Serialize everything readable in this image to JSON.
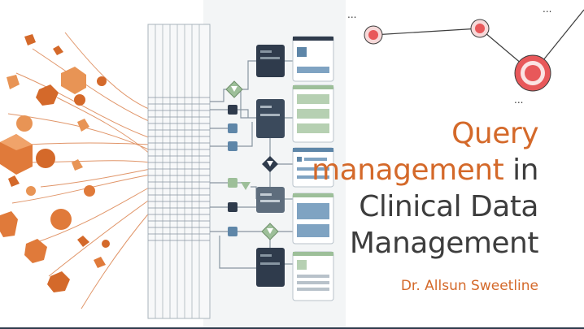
{
  "title": {
    "line1": "Query",
    "line2_accent": "management",
    "line2_rest": " in",
    "line3": "Clinical Data",
    "line4": "Management"
  },
  "author": "Dr. Allsun Sweetline",
  "network": {
    "ellipsis_top_left": "...",
    "ellipsis_top_right": "...",
    "ellipsis_bottom": "..."
  },
  "colors": {
    "accent": "#d4692a",
    "title_dark": "#3d3d3d",
    "node_dark": "#2f3b4c",
    "node_blue": "#5e86a8",
    "node_green": "#9dbf99"
  },
  "icons": [
    "filter-icon",
    "document-card-icon",
    "cube-icon",
    "sphere-icon",
    "target-node-icon"
  ]
}
